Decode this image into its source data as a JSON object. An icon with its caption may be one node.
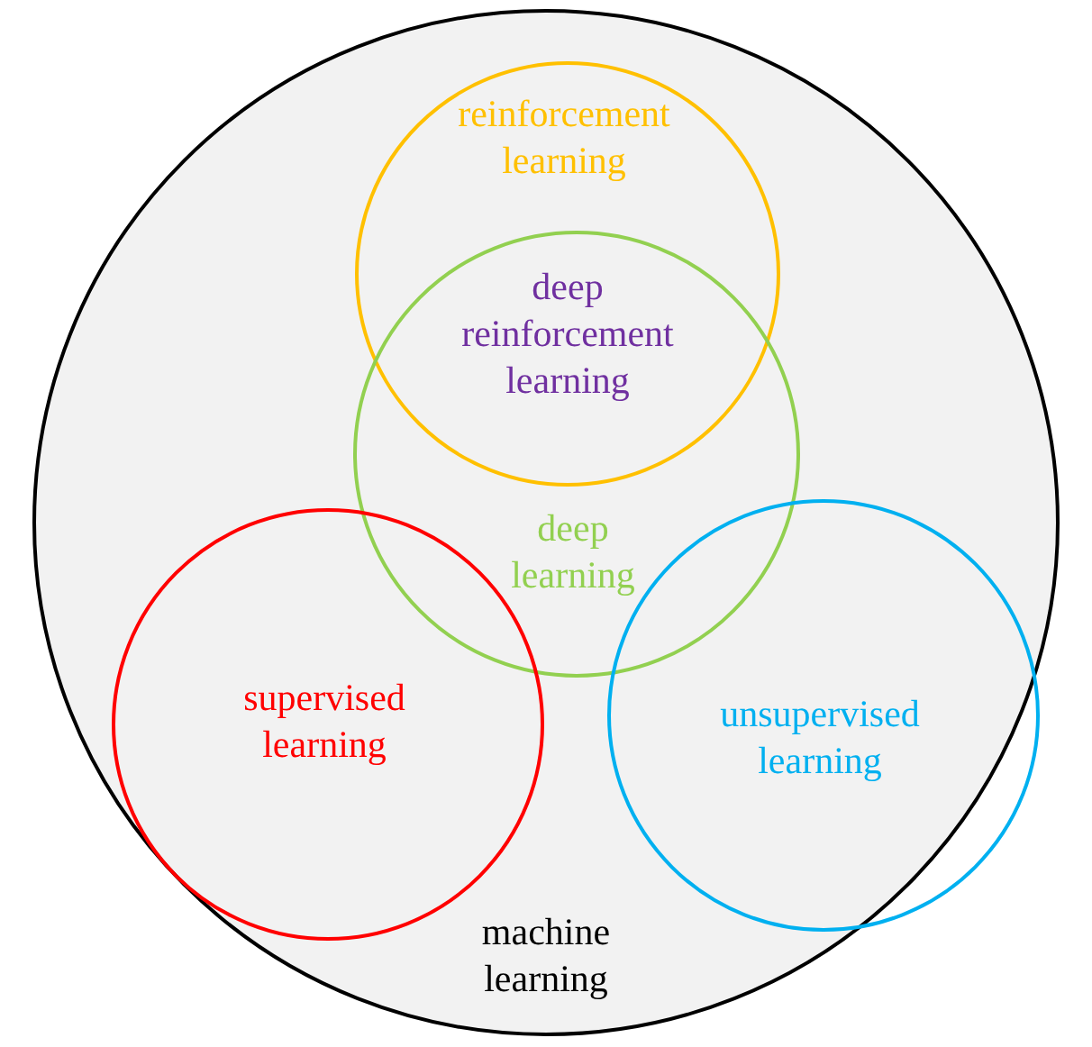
{
  "diagram": {
    "nodes": [
      {
        "text": [
          "machine learning"
        ]
      },
      {
        "text": [
          "reinforcement learning"
        ],
        "in": 0
      },
      {
        "text": [
          "deep learning"
        ],
        "in": 0
      },
      {
        "text": [
          "supervised learning"
        ],
        "in": 0
      },
      {
        "text": [
          "unsupervised learning"
        ],
        "in": 0
      }
    ],
    "labels": [
      "deep reinforcement learning"
    ]
  }
}
